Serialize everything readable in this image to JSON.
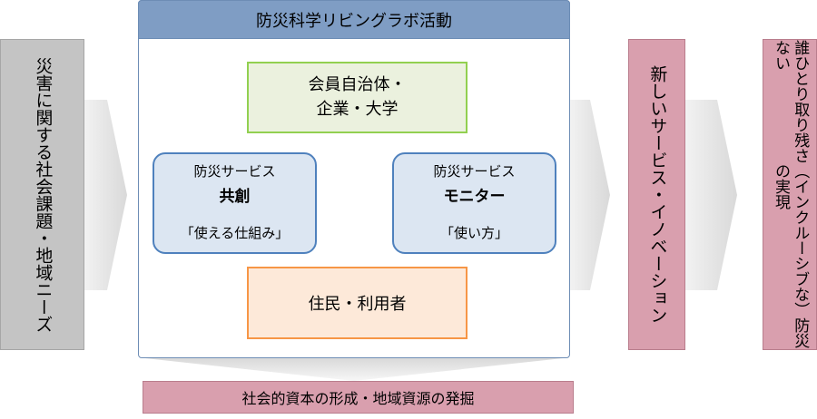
{
  "left_box": {
    "text": "災害に関する社会課題・地域ニーズ"
  },
  "main": {
    "header": "防災科学リビングラボ活動",
    "members_line1": "会員自治体・",
    "members_line2": "企業・大学",
    "residents": "住民・利用者",
    "cocreate": {
      "line1": "防災サービス",
      "line2": "共創",
      "line3": "「使える仕組み」"
    },
    "monitor": {
      "line1": "防災サービス",
      "line2": "モニター",
      "line3": "「使い方」"
    }
  },
  "innovation_box": {
    "text": "新しいサービス・イノベーション"
  },
  "goal_box": {
    "line1": "誰ひとり取り残さない",
    "line2": "（インクルーシブな）防災の実現"
  },
  "bottom_bar": {
    "text": "社会的資本の形成・地域資源の発掘"
  },
  "colors": {
    "grey_box": "#c4c4c4",
    "header_blue": "#7f9dc4",
    "green_border": "#92d050",
    "orange_border": "#f79646",
    "blue_border": "#4f81bd",
    "pink": "#d99fae"
  }
}
